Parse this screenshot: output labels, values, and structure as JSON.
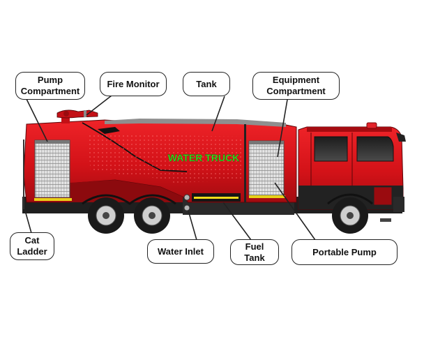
{
  "labels": {
    "pump_compartment": "Pump\nCompartment",
    "fire_monitor": "Fire Monitor",
    "tank": "Tank",
    "equipment_compartment": "Equipment\nCompartment",
    "cat_ladder": "Cat\nLadder",
    "water_inlet": "Water Inlet",
    "fuel_tank": "Fuel Tank",
    "portable_pump": "Portable Pump"
  },
  "truck": {
    "body_text": "WATER TRUCK",
    "body_color": "#d8141a",
    "dark_red": "#9a0b0f",
    "text_color": "#3ddc1e",
    "stripe_color": "#f2dc1a"
  }
}
